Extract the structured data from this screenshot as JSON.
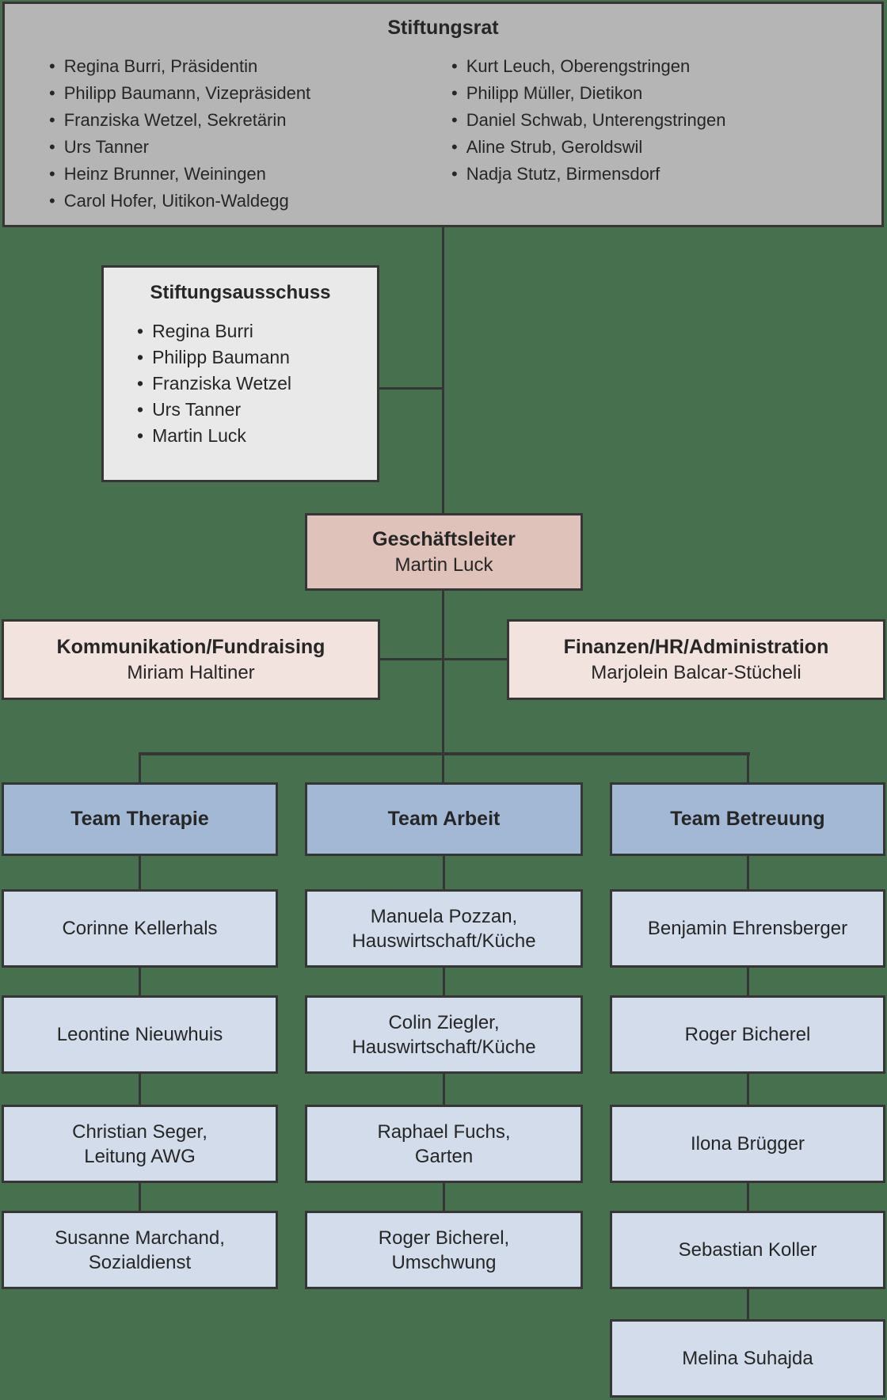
{
  "colors": {
    "background": "#47704e",
    "line": "#363636",
    "stiftungsrat_bg": "#b6b5b5",
    "ausschuss_bg": "#e9e9e9",
    "geschaeftsleiter_bg": "#dfc2b9",
    "stab_bg": "#f2e3df",
    "team_header_bg": "#a3b8d5",
    "team_member_bg": "#d2dcea",
    "text": "#262626"
  },
  "stiftungsrat": {
    "title": "Stiftungsrat",
    "members_left": [
      "Regina Burri, Präsidentin",
      "Philipp Baumann, Vizepräsident",
      "Franziska Wetzel, Sekretärin",
      "Urs Tanner",
      "Heinz Brunner, Weiningen",
      "Carol Hofer, Uitikon-Waldegg"
    ],
    "members_right": [
      "Kurt Leuch, Oberengstringen",
      "Philipp Müller, Dietikon",
      "Daniel Schwab, Unterengstringen",
      "Aline Strub, Geroldswil",
      "Nadja Stutz, Birmensdorf"
    ]
  },
  "stiftungsausschuss": {
    "title": "Stiftungsausschuss",
    "members": [
      "Regina Burri",
      "Philipp Baumann",
      "Franziska Wetzel",
      "Urs Tanner",
      "Martin Luck"
    ]
  },
  "geschaeftsleiter": {
    "title": "Geschäftsleiter",
    "name": "Martin Luck"
  },
  "kommunikation": {
    "title": "Kommunikation/Fundraising",
    "name": "Miriam Haltiner"
  },
  "finanzen": {
    "title": "Finanzen/HR/Administration",
    "name": "Marjolein Balcar-Stücheli"
  },
  "teams": [
    {
      "title": "Team Therapie",
      "members": [
        "Corinne Kellerhals",
        "Leontine Nieuwhuis",
        "Christian Seger,\nLeitung AWG",
        "Susanne Marchand,\nSozialdienst"
      ]
    },
    {
      "title": "Team Arbeit",
      "members": [
        "Manuela Pozzan,\nHauswirtschaft/Küche",
        "Colin Ziegler,\nHauswirtschaft/Küche",
        "Raphael Fuchs,\nGarten",
        "Roger Bicherel,\nUmschwung"
      ]
    },
    {
      "title": "Team Betreuung",
      "members": [
        "Benjamin Ehrensberger",
        "Roger Bicherel",
        "Ilona Brügger",
        "Sebastian Koller",
        "Melina Suhajda"
      ]
    }
  ]
}
